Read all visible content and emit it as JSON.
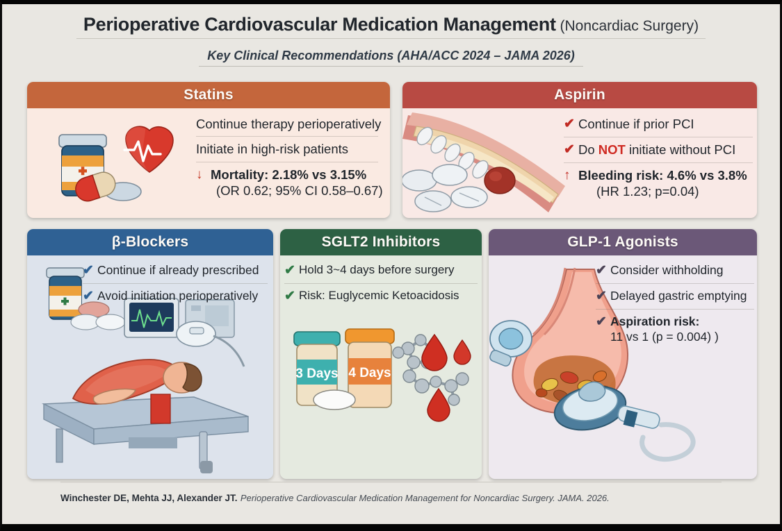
{
  "poster": {
    "title_main": "Perioperative Cardiovascular Medication Management",
    "title_sub": " (Noncardiac Surgery)",
    "subtitle": "Key Clinical Recommendations (AHA/ACC 2024 – JAMA 2026)",
    "background_color": "#e9e7e2"
  },
  "cards": {
    "statins": {
      "title": "Statins",
      "header_color": "#c4663c",
      "body_color": "#faeae2",
      "accent_color": "#c43a28",
      "illustration": "pill-bottle-heart-ecg",
      "lines": [
        {
          "mark": "",
          "text": "Continue therapy perioperatively"
        },
        {
          "mark": "",
          "text": "Initiate in high-risk patients"
        },
        {
          "mark": "down-arrow",
          "text": "Mortality: 2.18% vs 3.15%",
          "sub": "(OR 0.62; 95% CI 0.58–0.67)"
        }
      ]
    },
    "aspirin": {
      "title": "Aspirin",
      "header_color": "#b84a43",
      "body_color": "#f9e9e6",
      "accent_color": "#c12a23",
      "illustration": "stented-artery-with-tablets",
      "lines": [
        {
          "mark": "check",
          "text": "Continue if prior PCI"
        },
        {
          "mark": "check",
          "text_pre": "Do ",
          "text_em": "NOT",
          "text_post": " initiate without PCI"
        },
        {
          "mark": "up-arrow",
          "text": "Bleeding risk: 4.6% vs 3.8%",
          "sub": "(HR 1.23; p=0.04)"
        }
      ]
    },
    "beta_blockers": {
      "title": "β-Blockers",
      "header_color": "#2f6194",
      "body_color": "#dde3ec",
      "accent_color": "#2f6194",
      "illustration": "operating-room-patient-monitor",
      "lines": [
        {
          "mark": "check",
          "text": "Continue if already prescribed"
        },
        {
          "mark": "check",
          "text": "Avoid initiation perioperatively"
        }
      ]
    },
    "sglt2": {
      "title": "SGLT2 Inhibitors",
      "header_color": "#2d6144",
      "body_color": "#e5eae0",
      "accent_color": "#2f7a45",
      "illustration": "two-pill-bottles-molecule-blood-drops",
      "bottle_left_label": "3 Days",
      "bottle_right_label": "4 Days",
      "lines": [
        {
          "mark": "check",
          "text": "Hold 3~4 days before surgery"
        },
        {
          "mark": "check",
          "text": "Risk: Euglycemic Ketoacidosis"
        }
      ]
    },
    "glp1": {
      "title": "GLP-1 Agonists",
      "header_color": "#6b5878",
      "body_color": "#eee9ef",
      "accent_color": "#4b4255",
      "illustration": "stomach-with-food-and-anesthesia-mask",
      "lines": [
        {
          "mark": "check",
          "text": "Consider withholding"
        },
        {
          "mark": "check",
          "text": "Delayed gastric emptying"
        },
        {
          "mark": "check",
          "text": "Aspiration risk:",
          "sub": "11 vs 1   (p = 0.004) )"
        }
      ]
    }
  },
  "footer": {
    "authors": "Winchester DE, Mehta JJ, Alexander JT.",
    "citation": "Perioperative Cardiovascular Medication Management for Noncardiac Surgery. JAMA. 2026."
  }
}
